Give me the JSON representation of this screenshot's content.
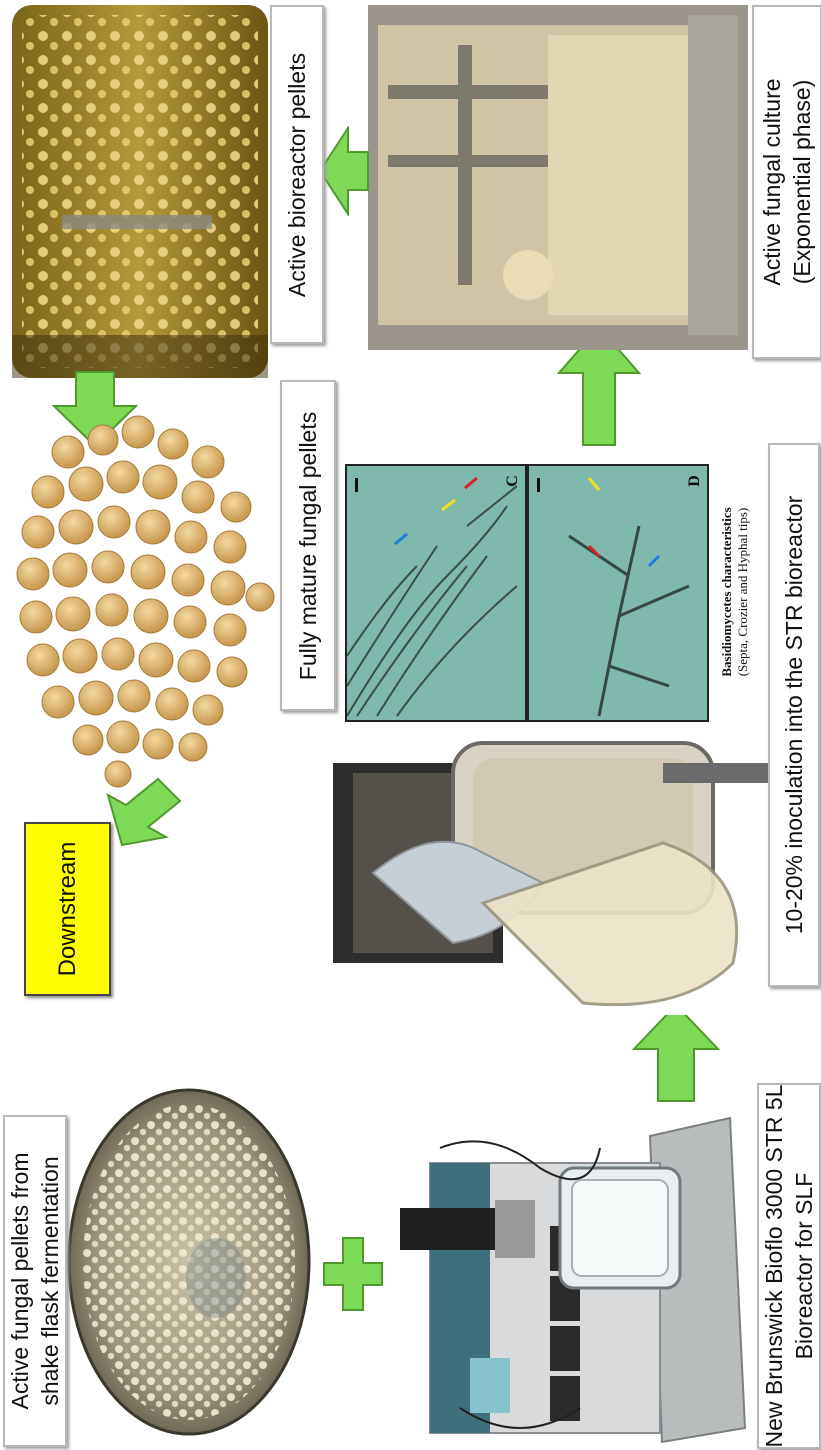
{
  "labels": {
    "active_pellets_shake_flask": [
      "Active fungal pellets from",
      "shake flask fermentation"
    ],
    "bioreactor_label": [
      "New Brunswick Bioflo  3000 STR 5L",
      "Bioreactor for SLF"
    ],
    "inoculation": "10-20% inoculation into the STR bioreactor",
    "active_culture": [
      "Active fungal culture",
      "(Exponential phase)"
    ],
    "active_bioreactor_pellets": "Active bioreactor pellets",
    "fully_mature": "Fully mature fungal pellets",
    "downstream": "Downstream"
  },
  "micrograph": {
    "panel_c_letter": "C",
    "panel_d_letter": "D",
    "caption_title": "Basidiomycetes characteristics",
    "caption_sub": "(Septa, Crozier and Hyphal tips)"
  },
  "colors": {
    "arrow_green": "#7ed957",
    "arrow_outline": "#4f9a2c",
    "downstream_yellow": "#ffff00",
    "label_border": "#b8b8b8",
    "micro_bg": "#7fb8ad"
  },
  "icons": {
    "plus": "plus-icon",
    "arrow": "arrow-icon"
  }
}
